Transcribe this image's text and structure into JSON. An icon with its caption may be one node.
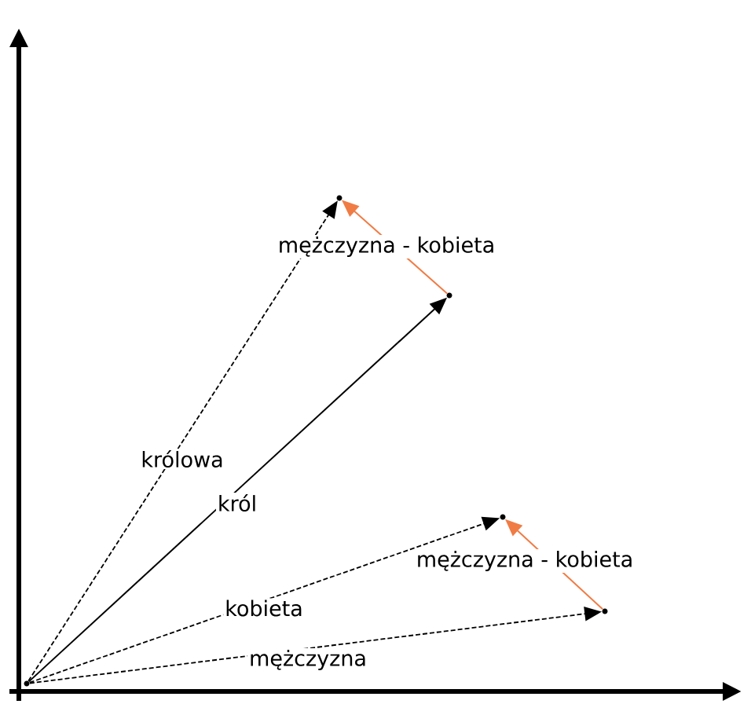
{
  "diagram": {
    "nodes": [
      {
        "text": [],
        "shape": "point"
      },
      {
        "text": [],
        "shape": "point"
      },
      {
        "text": [],
        "shape": "point"
      },
      {
        "text": [],
        "shape": "point"
      },
      {
        "text": [],
        "shape": "point"
      }
    ],
    "edges": [
      {
        "from": 0,
        "to": 1,
        "arrow": "to",
        "label": "królowa",
        "style": "dashed"
      },
      {
        "from": 0,
        "to": 2,
        "arrow": "to",
        "label": "król"
      },
      {
        "from": 0,
        "to": 3,
        "arrow": "to",
        "label": "kobieta",
        "style": "dashed"
      },
      {
        "from": 0,
        "to": 4,
        "arrow": "to",
        "label": "mężczyzna",
        "style": "dashed"
      },
      {
        "from": 2,
        "to": 1,
        "arrow": "to",
        "label": "mężczyzna - kobieta",
        "color": "#f07c45"
      },
      {
        "from": 4,
        "to": 3,
        "arrow": "to",
        "label": "mężczyzna - kobieta",
        "color": "#f07c45"
      }
    ]
  }
}
